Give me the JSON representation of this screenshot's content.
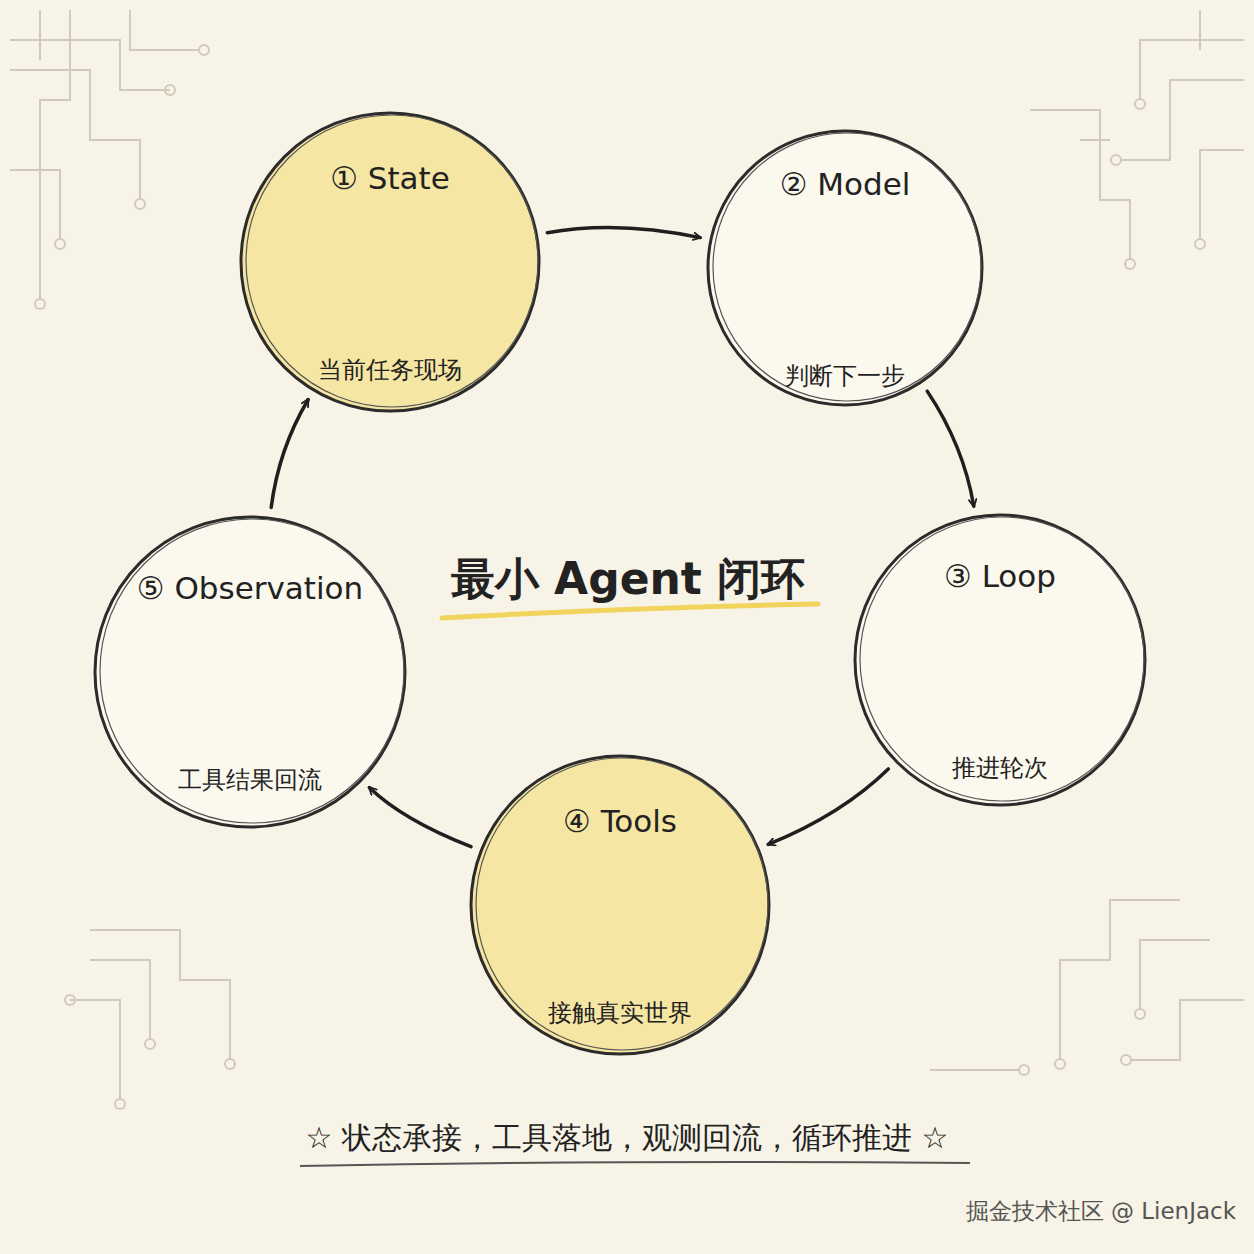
{
  "diagram": {
    "title": "最小 Agent 闭环",
    "caption": "☆ 状态承接，工具落地，观测回流，循环推进 ☆",
    "nodes": [
      {
        "text": [
          "① State",
          "当前任务现场"
        ]
      },
      {
        "text": [
          "② Model",
          "判断下一步"
        ]
      },
      {
        "text": [
          "③ Loop",
          "推进轮次"
        ]
      },
      {
        "text": [
          "④ Tools",
          "接触真实世界"
        ]
      },
      {
        "text": [
          "⑤ Observation",
          "工具结果回流"
        ]
      }
    ],
    "edges": [
      {
        "from": 0,
        "to": 1,
        "arrow": "to"
      },
      {
        "from": 1,
        "to": 2,
        "arrow": "to"
      },
      {
        "from": 2,
        "to": 3,
        "arrow": "to"
      },
      {
        "from": 3,
        "to": 4,
        "arrow": "to"
      },
      {
        "from": 4,
        "to": 0,
        "arrow": "to"
      }
    ],
    "labels": [
      "掘金技术社区 @ LienJack"
    ]
  }
}
